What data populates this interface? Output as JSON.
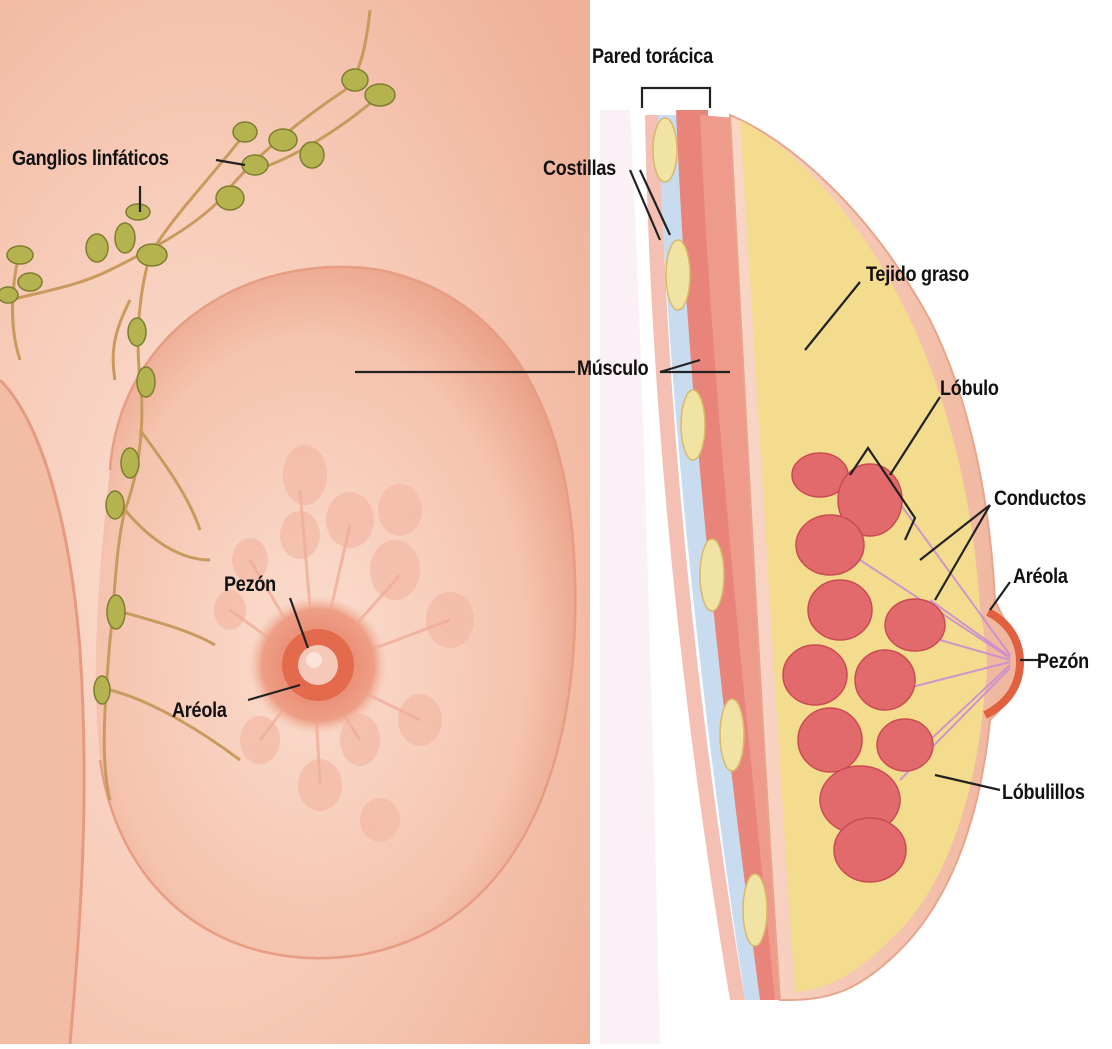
{
  "labels": {
    "ganglios": "Ganglios linfáticos",
    "pared": "Pared torácica",
    "costillas": "Costillas",
    "tejido": "Tejido graso",
    "musculo": "Músculo",
    "lobulo": "Lóbulo",
    "conductos": "Conductos",
    "areola_right": "Aréola",
    "pezon_right": "Pezón",
    "lobulillos": "Lóbulillos",
    "pezon_left": "Pezón",
    "areola_left": "Aréola"
  },
  "colors": {
    "skin": "#f6c6b2",
    "skin_dark": "#e8a48c",
    "areola": "#e0603f",
    "lymph_node": "#b5b34f",
    "fat": "#f4dc8e",
    "muscle": "#e88f80",
    "lobule": "#e26a6c",
    "rib": "#f1e3a3",
    "chest_wall_blue": "#bcd3ea"
  }
}
